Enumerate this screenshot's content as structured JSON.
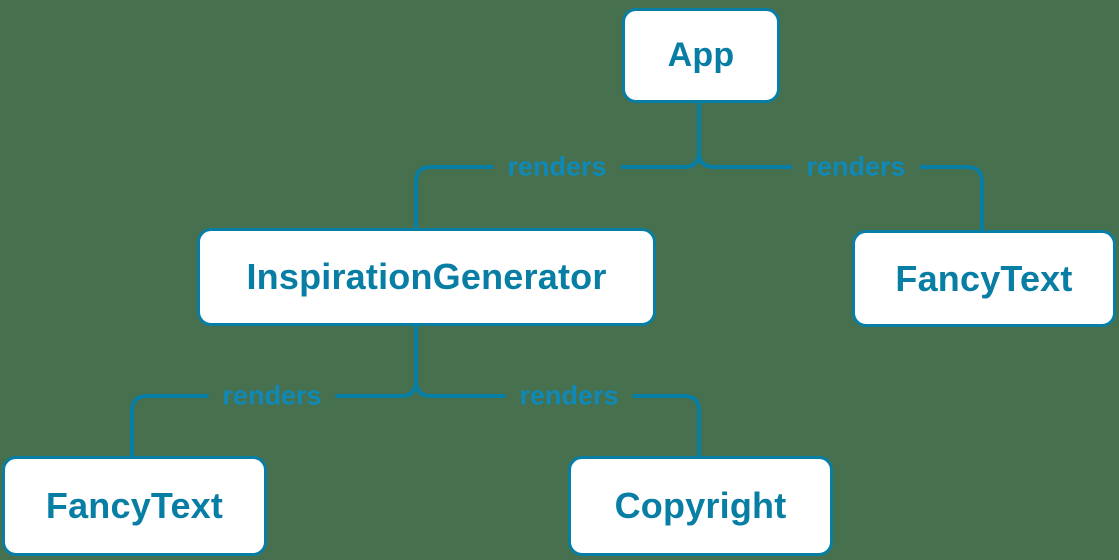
{
  "diagram": {
    "type": "component-render-tree",
    "colors": {
      "background": "#47704F",
      "line": "#087EA4",
      "box_fill": "#FFFFFF",
      "node_text": "#087EA4",
      "edge_label_text": "#0E89B8"
    },
    "nodes": [
      {
        "id": "app",
        "label": "App"
      },
      {
        "id": "inspiration-generator",
        "label": "InspirationGenerator"
      },
      {
        "id": "fancy-text-top",
        "label": "FancyText"
      },
      {
        "id": "fancy-text-bottom",
        "label": "FancyText"
      },
      {
        "id": "copyright",
        "label": "Copyright"
      }
    ],
    "edges": [
      {
        "from": "App",
        "to": "InspirationGenerator",
        "label": "renders"
      },
      {
        "from": "App",
        "to": "FancyText",
        "label": "renders"
      },
      {
        "from": "InspirationGenerator",
        "to": "FancyText",
        "label": "renders"
      },
      {
        "from": "InspirationGenerator",
        "to": "Copyright",
        "label": "renders"
      }
    ]
  }
}
